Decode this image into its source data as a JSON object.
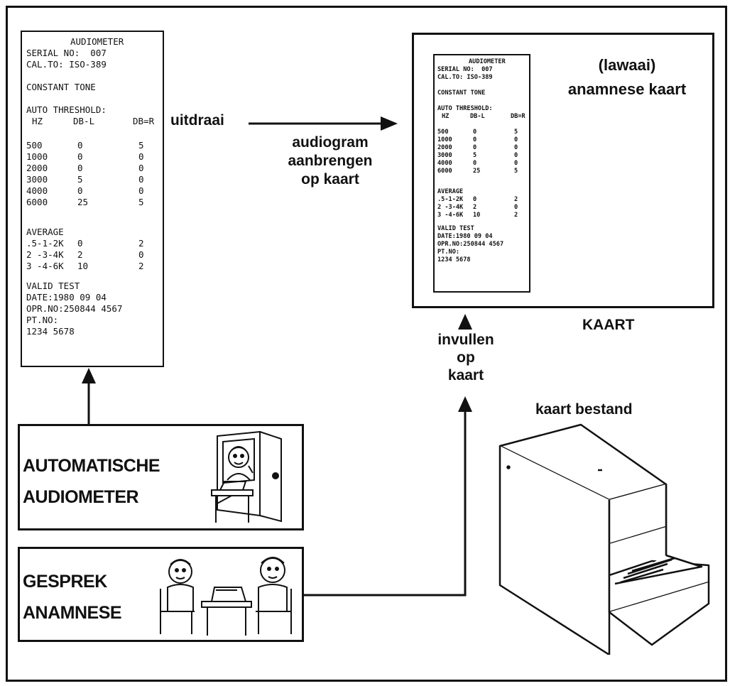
{
  "printout": {
    "header": "AUDIOMETER",
    "serial": "SERIAL NO:  007",
    "cal": "CAL.TO: ISO-389",
    "mode": "CONSTANT TONE",
    "threshold_title": "AUTO THRESHOLD:",
    "columns": [
      "HZ",
      "DB-L",
      "DB=R"
    ],
    "rows": [
      [
        "500",
        "0",
        "5"
      ],
      [
        "1000",
        "0",
        "0"
      ],
      [
        "2000",
        "0",
        "0"
      ],
      [
        "3000",
        "5",
        "0"
      ],
      [
        "4000",
        "0",
        "0"
      ],
      [
        "6000",
        "25",
        "5"
      ]
    ],
    "average_title": "AVERAGE",
    "averages": [
      [
        ".5-1-2K",
        "0",
        "2"
      ],
      [
        "2 -3-4K",
        "2",
        "0"
      ],
      [
        "3 -4-6K",
        "10",
        "2"
      ]
    ],
    "valid": "VALID TEST",
    "date": "DATE:1980 09 04",
    "opr": "OPR.NO:250844 4567",
    "pt": "PT.NO:",
    "pt_number": "1234 5678"
  },
  "labels": {
    "uitdraai": "uitdraai",
    "audiogram_1": "audiogram",
    "audiogram_2": "aanbrengen",
    "audiogram_3": "op kaart",
    "card_title_1": "(lawaai)",
    "card_title_2": "anamnese kaart",
    "kaart": "KAART",
    "invullen_1": "invullen",
    "invullen_2": "op",
    "invullen_3": "kaart",
    "kaart_bestand": "kaart bestand"
  },
  "boxes": {
    "audiometer_1": "AUTOMATISCHE",
    "audiometer_2": "AUDIOMETER",
    "gesprek_1": "GESPREK",
    "gesprek_2": "ANAMNESE"
  },
  "icons": [
    "person-in-booth-icon",
    "interview-people-icon",
    "filing-cabinet-icon"
  ]
}
